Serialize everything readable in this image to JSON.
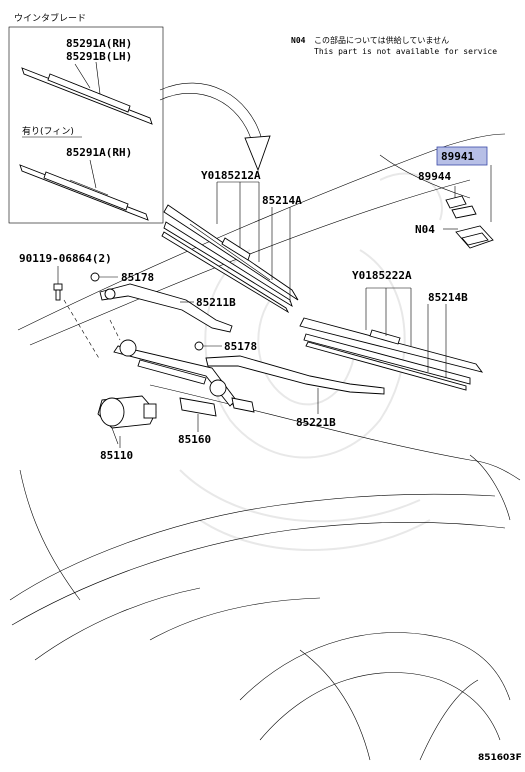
{
  "inset": {
    "title": "ウインタブレード",
    "blade1_rh": "85291A(RH)",
    "blade1_lh": "85291B(LH)",
    "fin_label": "有り(フィン)",
    "blade2_rh": "85291A(RH)"
  },
  "note": {
    "code": "N04",
    "ja": "この部品については供給していません",
    "en": "This part is not available for service"
  },
  "callouts": {
    "c89941": "89941",
    "c89944": "89944",
    "cN04": "N04",
    "cY0185212A": "Y0185212A",
    "c85214A": "85214A",
    "c90119": "90119-06864(2)",
    "c85178a": "85178",
    "c85211B": "85211B",
    "c85178b": "85178",
    "cY0185222A": "Y0185222A",
    "c85214B": "85214B",
    "c85160": "85160",
    "c85110": "85110",
    "c85221B": "85221B"
  },
  "diagram_id": "851603F",
  "colors": {
    "highlight_fill": "#b7bfe6",
    "highlight_stroke": "#3a4aa8"
  }
}
